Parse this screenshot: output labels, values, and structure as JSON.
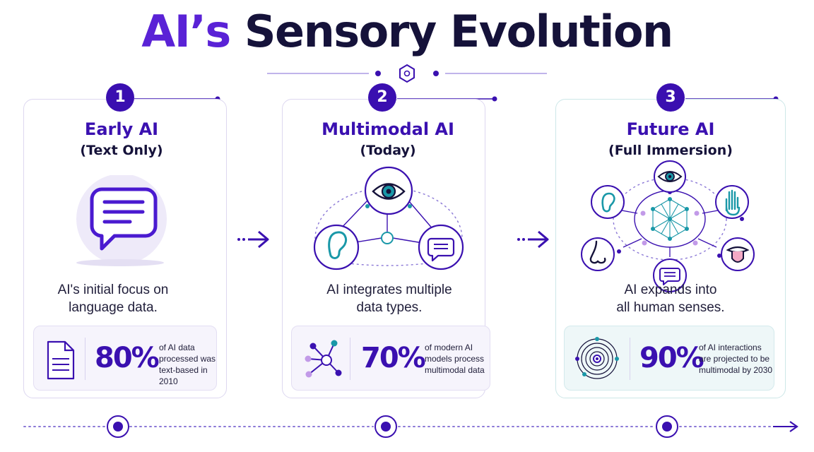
{
  "title": {
    "part1": "AI’s",
    "part2": "Sensory Evolution"
  },
  "colors": {
    "primary": "#3a10b0",
    "accent": "#5a22d6",
    "teal": "#1a98a8",
    "dark": "#15123a"
  },
  "stages": [
    {
      "number": "1",
      "title": "Early AI",
      "subtitle": "(Text Only)",
      "icon": "speech-bubble-icon",
      "description_line1": "AI's initial focus on",
      "description_line2": "language data.",
      "stat": {
        "percent": "80%",
        "line1": "of AI data",
        "line2": "processed was",
        "line3": "text-based in 2010",
        "icon": "document-icon"
      }
    },
    {
      "number": "2",
      "title": "Multimodal AI",
      "subtitle": "(Today)",
      "icons": [
        "eye-icon",
        "ear-icon",
        "chat-icon"
      ],
      "description_line1": "AI integrates multiple",
      "description_line2": "data types.",
      "stat": {
        "percent": "70%",
        "line1": "of modern AI",
        "line2": "models process",
        "line3": "multimodal data",
        "icon": "network-icon"
      }
    },
    {
      "number": "3",
      "title": "Future AI",
      "subtitle": "(Full Immersion)",
      "icons": [
        "eye-icon",
        "ear-icon",
        "hand-icon",
        "nose-icon",
        "tongue-icon",
        "chat-icon"
      ],
      "description_line1": "AI expands into",
      "description_line2": "all human senses.",
      "stat": {
        "percent": "90%",
        "line1": "of AI interactions",
        "line2": "are projected to be",
        "line3": "multimodal by 2030",
        "icon": "concentric-target-icon"
      }
    }
  ]
}
